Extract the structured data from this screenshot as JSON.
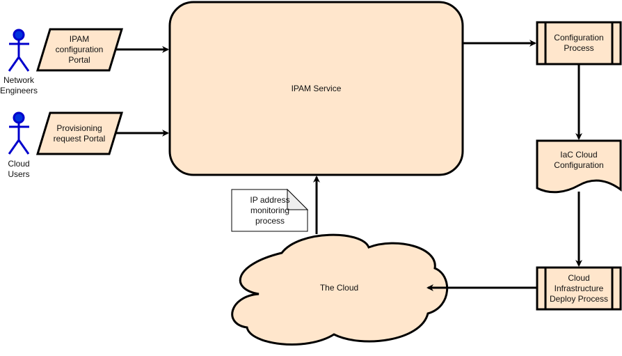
{
  "diagram": {
    "actors": [
      {
        "id": "network-engineers",
        "label": "Network\nEngineers",
        "color": "#0000cc"
      },
      {
        "id": "cloud-users",
        "label": "Cloud\nUsers",
        "color": "#0000cc"
      }
    ],
    "nodes": {
      "ipam_portal": "IPAM\nconfiguration\nPortal",
      "provisioning_portal": "Provisioning\nrequest Portal",
      "ipam_service": "IPAM Service",
      "configuration_process": "Configuration\nProcess",
      "iac_config": "IaC Cloud\nConfiguration",
      "deploy_process": "Cloud\nInfrastructure\nDeploy Process",
      "the_cloud": "The Cloud",
      "monitoring_note": "IP address\nmonitoring\nprocess"
    },
    "edges": [
      {
        "from": "ipam_portal",
        "to": "ipam_service"
      },
      {
        "from": "provisioning_portal",
        "to": "ipam_service"
      },
      {
        "from": "ipam_service",
        "to": "configuration_process"
      },
      {
        "from": "configuration_process",
        "to": "iac_config"
      },
      {
        "from": "iac_config",
        "to": "deploy_process"
      },
      {
        "from": "deploy_process",
        "to": "the_cloud"
      },
      {
        "from": "the_cloud",
        "to": "ipam_service"
      }
    ],
    "colors": {
      "fill": "#ffe6cc",
      "stroke": "#000000",
      "actor": "#0000cc",
      "note_fold": "#eeeeee"
    }
  }
}
